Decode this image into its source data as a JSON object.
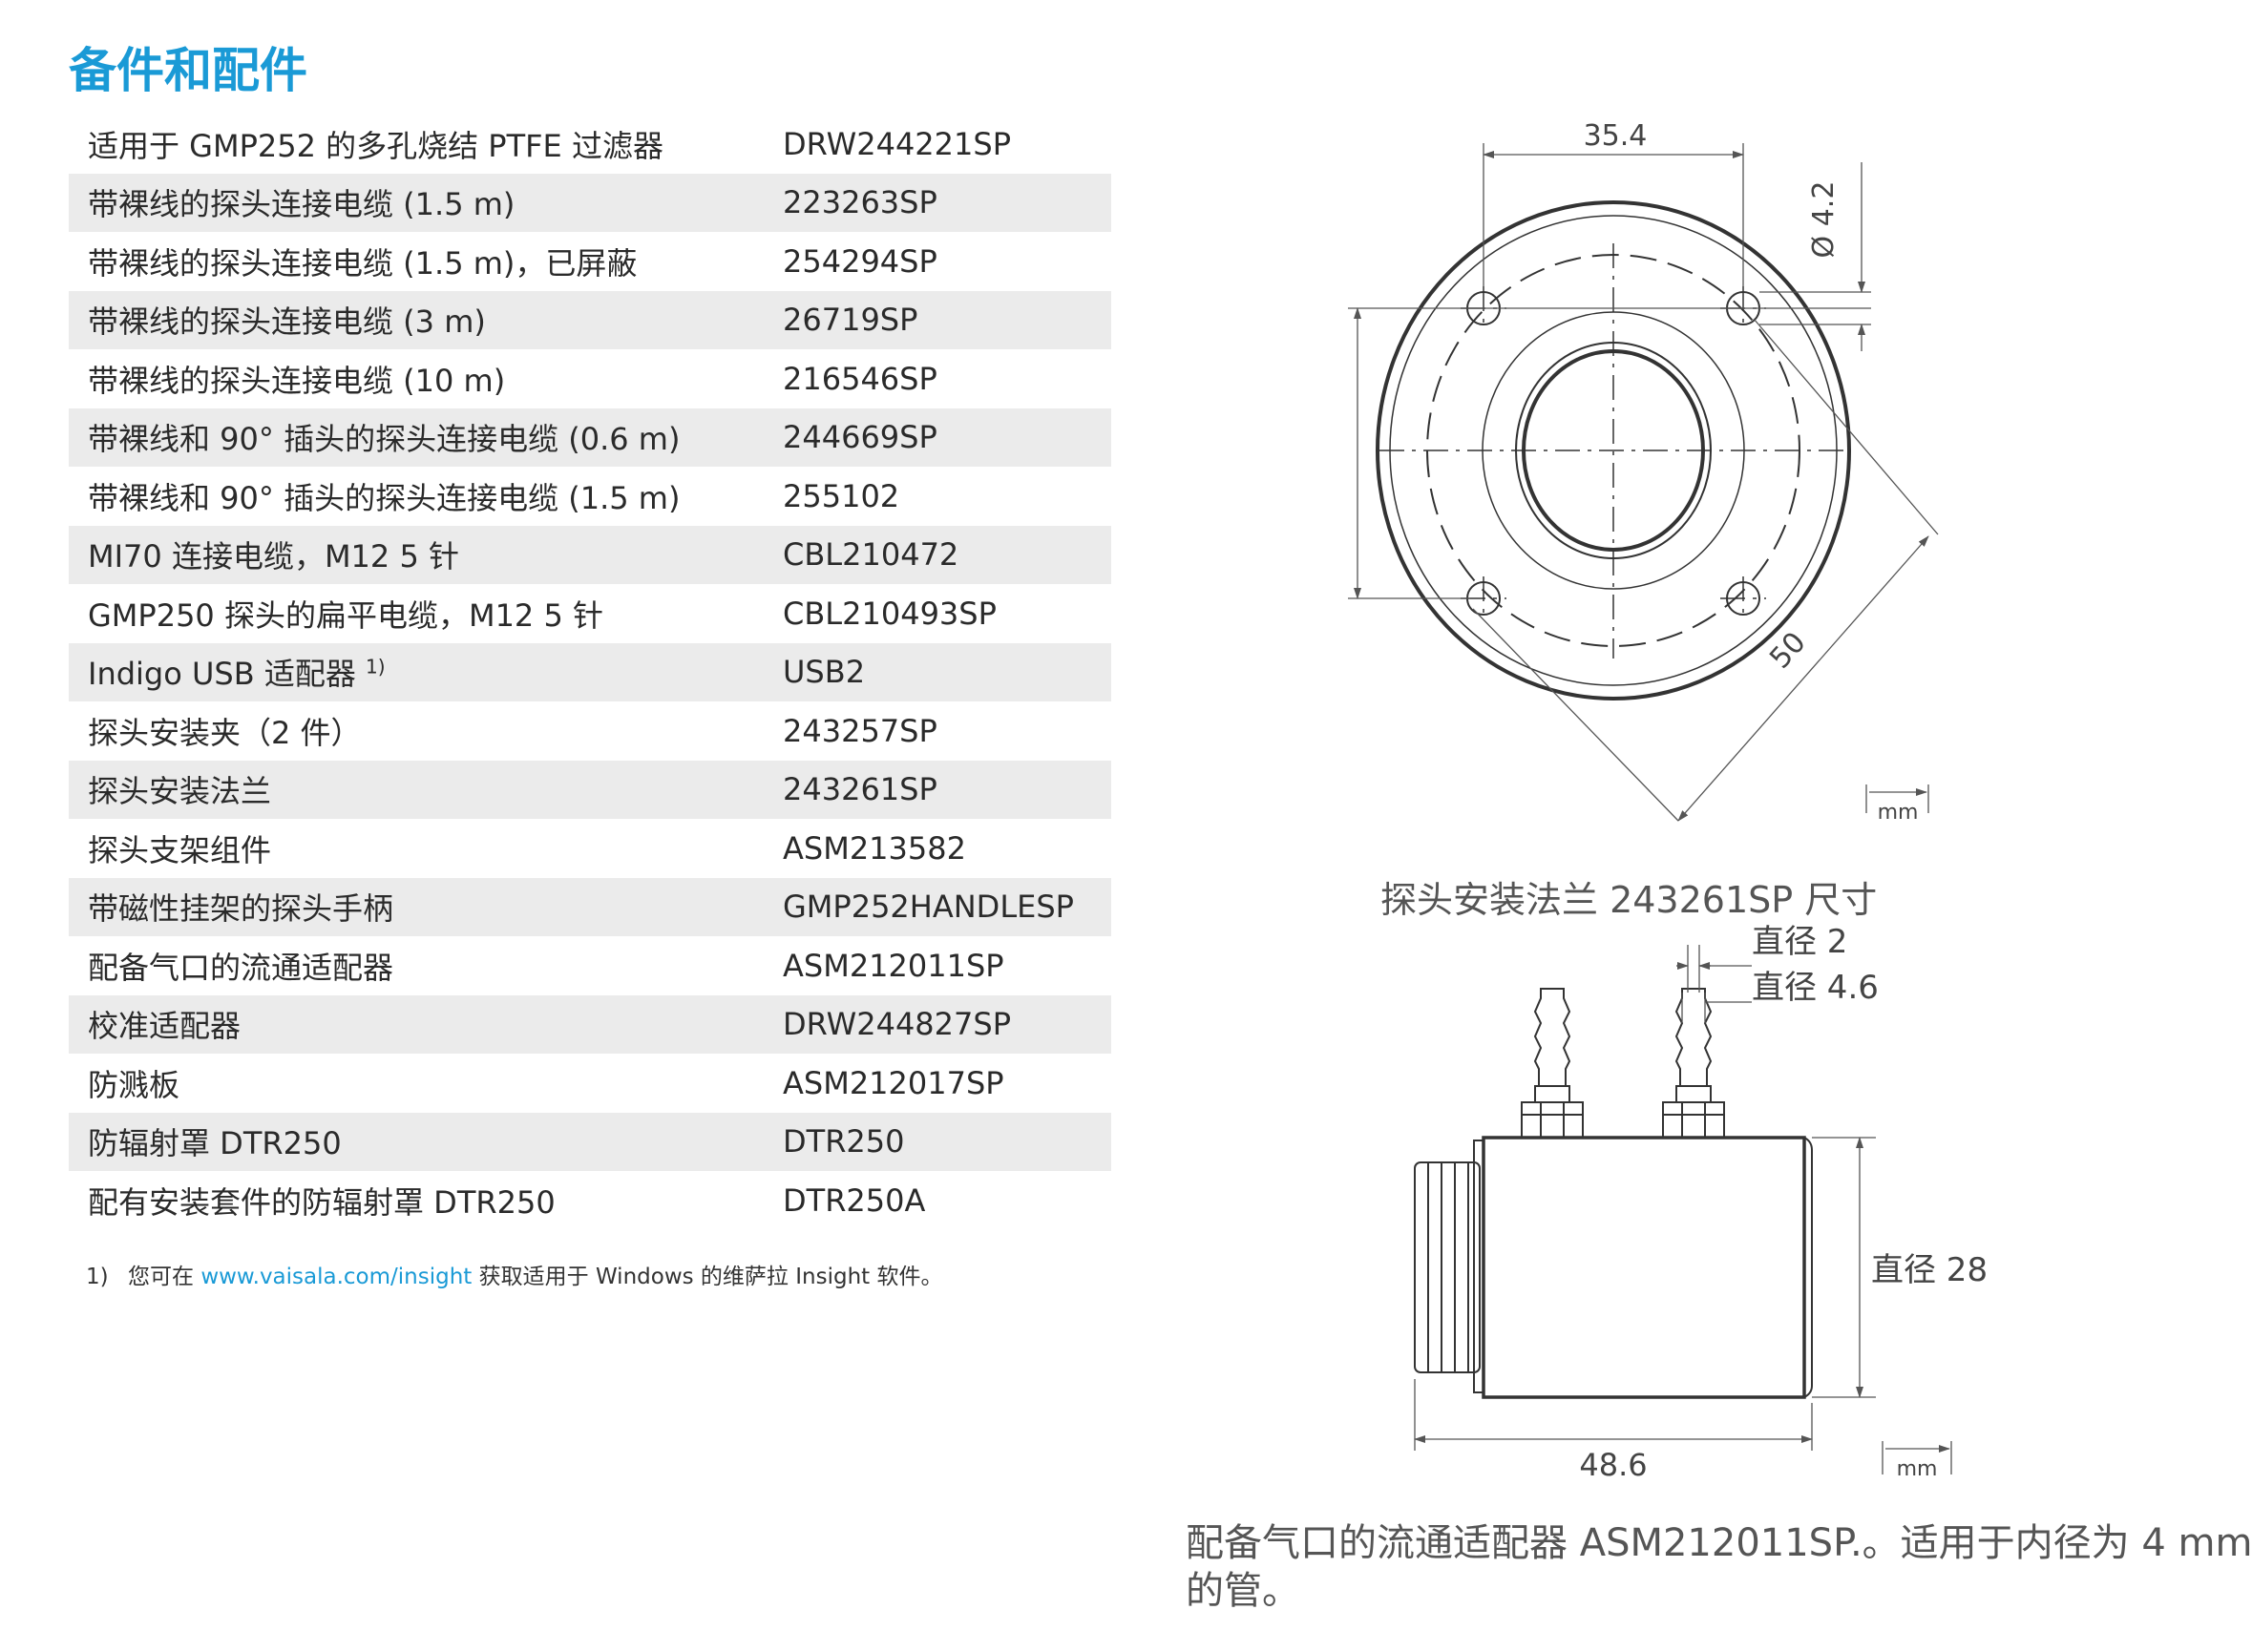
{
  "page": {
    "title": "备件和配件"
  },
  "parts": [
    {
      "name": "适用于 GMP252 的多孔烧结 PTFE 过滤器",
      "code": "DRW244221SP"
    },
    {
      "name": "带裸线的探头连接电缆 (1.5 m)",
      "code": "223263SP"
    },
    {
      "name": "带裸线的探头连接电缆 (1.5 m)，已屏蔽",
      "code": "254294SP"
    },
    {
      "name": "带裸线的探头连接电缆 (3 m)",
      "code": "26719SP"
    },
    {
      "name": "带裸线的探头连接电缆 (10 m)",
      "code": "216546SP"
    },
    {
      "name": "带裸线和 90° 插头的探头连接电缆 (0.6 m)",
      "code": "244669SP"
    },
    {
      "name": "带裸线和 90° 插头的探头连接电缆 (1.5 m)",
      "code": "255102"
    },
    {
      "name": "MI70 连接电缆，M12 5 针",
      "code": "CBL210472"
    },
    {
      "name": "GMP250 探头的扁平电缆，M12 5 针",
      "code": "CBL210493SP"
    },
    {
      "name": "Indigo USB 适配器",
      "footnote_ref": "1)",
      "code": "USB2"
    },
    {
      "name": "探头安装夹（2 件）",
      "code": "243257SP"
    },
    {
      "name": "探头安装法兰",
      "code": "243261SP"
    },
    {
      "name": "探头支架组件",
      "code": "ASM213582"
    },
    {
      "name": "带磁性挂架的探头手柄",
      "code": "GMP252HANDLESP"
    },
    {
      "name": "配备气口的流通适配器",
      "code": "ASM212011SP"
    },
    {
      "name": "校准适配器",
      "code": "DRW244827SP"
    },
    {
      "name": "防溅板",
      "code": "ASM212017SP"
    },
    {
      "name": "防辐射罩 DTR250",
      "code": "DTR250"
    },
    {
      "name": "配有安装套件的防辐射罩 DTR250",
      "code": "DTR250A"
    }
  ],
  "footnote": {
    "mark": "1)",
    "text_before": "您可在 ",
    "link": "www.vaisala.com/insight",
    "text_after": " 获取适用于 Windows 的维萨拉 Insight 软件。"
  },
  "flange_drawing": {
    "dim_width": "35.4",
    "dim_hole": "Ø 4.2",
    "dim_diagonal": "50",
    "unit": "mm",
    "caption": "探头安装法兰 243261SP 尺寸"
  },
  "adapter_drawing": {
    "dim_inner": "直径 2",
    "dim_outer": "直径 4.6",
    "dim_body": "直径 28",
    "dim_length": "48.6",
    "unit": "mm",
    "caption_line1": "配备气口的流通适配器 ASM212011SP.。适用于内径为 4 mm",
    "caption_line2": "的管。"
  },
  "colors": {
    "accent": "#1a9ad6",
    "row_shade": "#ebebeb"
  }
}
